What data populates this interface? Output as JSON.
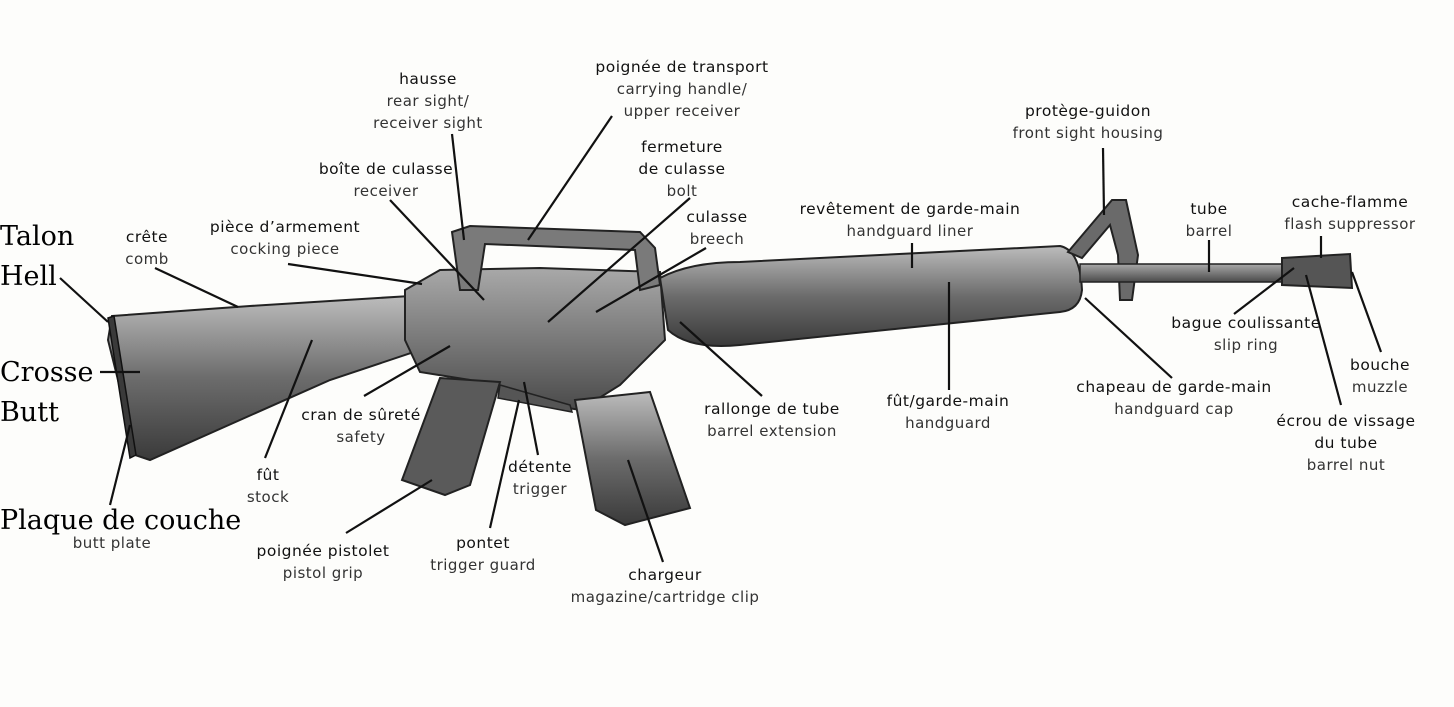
{
  "labels": {
    "hausse": {
      "fr": "hausse",
      "en1": "rear sight/",
      "en2": "receiver sight"
    },
    "poignee_transport": {
      "fr": "poignée de transport",
      "en1": "carrying handle/",
      "en2": "upper receiver"
    },
    "protege_guidon": {
      "fr": "protège-guidon",
      "en": "front sight housing"
    },
    "boite_culasse": {
      "fr": "boîte de culasse",
      "en": "receiver"
    },
    "fermeture_culasse": {
      "fr1": "fermeture",
      "fr2": "de culasse",
      "en": "bolt"
    },
    "culasse": {
      "fr": "culasse",
      "en": "breech"
    },
    "revetement": {
      "fr": "revêtement de garde-main",
      "en": "handguard liner"
    },
    "tube": {
      "fr": "tube",
      "en": "barrel"
    },
    "cache_flamme": {
      "fr": "cache-flamme",
      "en": "flash suppressor"
    },
    "crete": {
      "fr": "crête",
      "en": "comb"
    },
    "piece_armement": {
      "fr": "pièce d’armement",
      "en": "cocking piece"
    },
    "bague": {
      "fr": "bague coulissante",
      "en": "slip ring"
    },
    "bouche": {
      "fr": "bouche",
      "en": "muzzle"
    },
    "chapeau": {
      "fr": "chapeau de garde-main",
      "en": "handguard cap"
    },
    "ecrou": {
      "fr1": "écrou de vissage",
      "fr2": "du tube",
      "en": "barrel nut"
    },
    "fut_garde_main": {
      "fr": "fût/garde-main",
      "en": "handguard"
    },
    "rallonge": {
      "fr": "rallonge de tube",
      "en": "barrel extension"
    },
    "cran": {
      "fr": "cran de sûreté",
      "en": "safety"
    },
    "fut": {
      "fr": "fût",
      "en": "stock"
    },
    "detente": {
      "fr": "détente",
      "en": "trigger"
    },
    "pontet": {
      "fr": "pontet",
      "en": "trigger guard"
    },
    "poignee_pistolet": {
      "fr": "poignée pistolet",
      "en": "pistol grip"
    },
    "chargeur": {
      "fr": "chargeur",
      "en": "magazine/cartridge clip"
    },
    "plaque": {
      "en": "butt plate"
    }
  },
  "handwritten": {
    "talon": "Talon",
    "hell": "Hell",
    "crosse": "Crosse",
    "butt": "Butt",
    "plaque": "Plaque de couche"
  }
}
